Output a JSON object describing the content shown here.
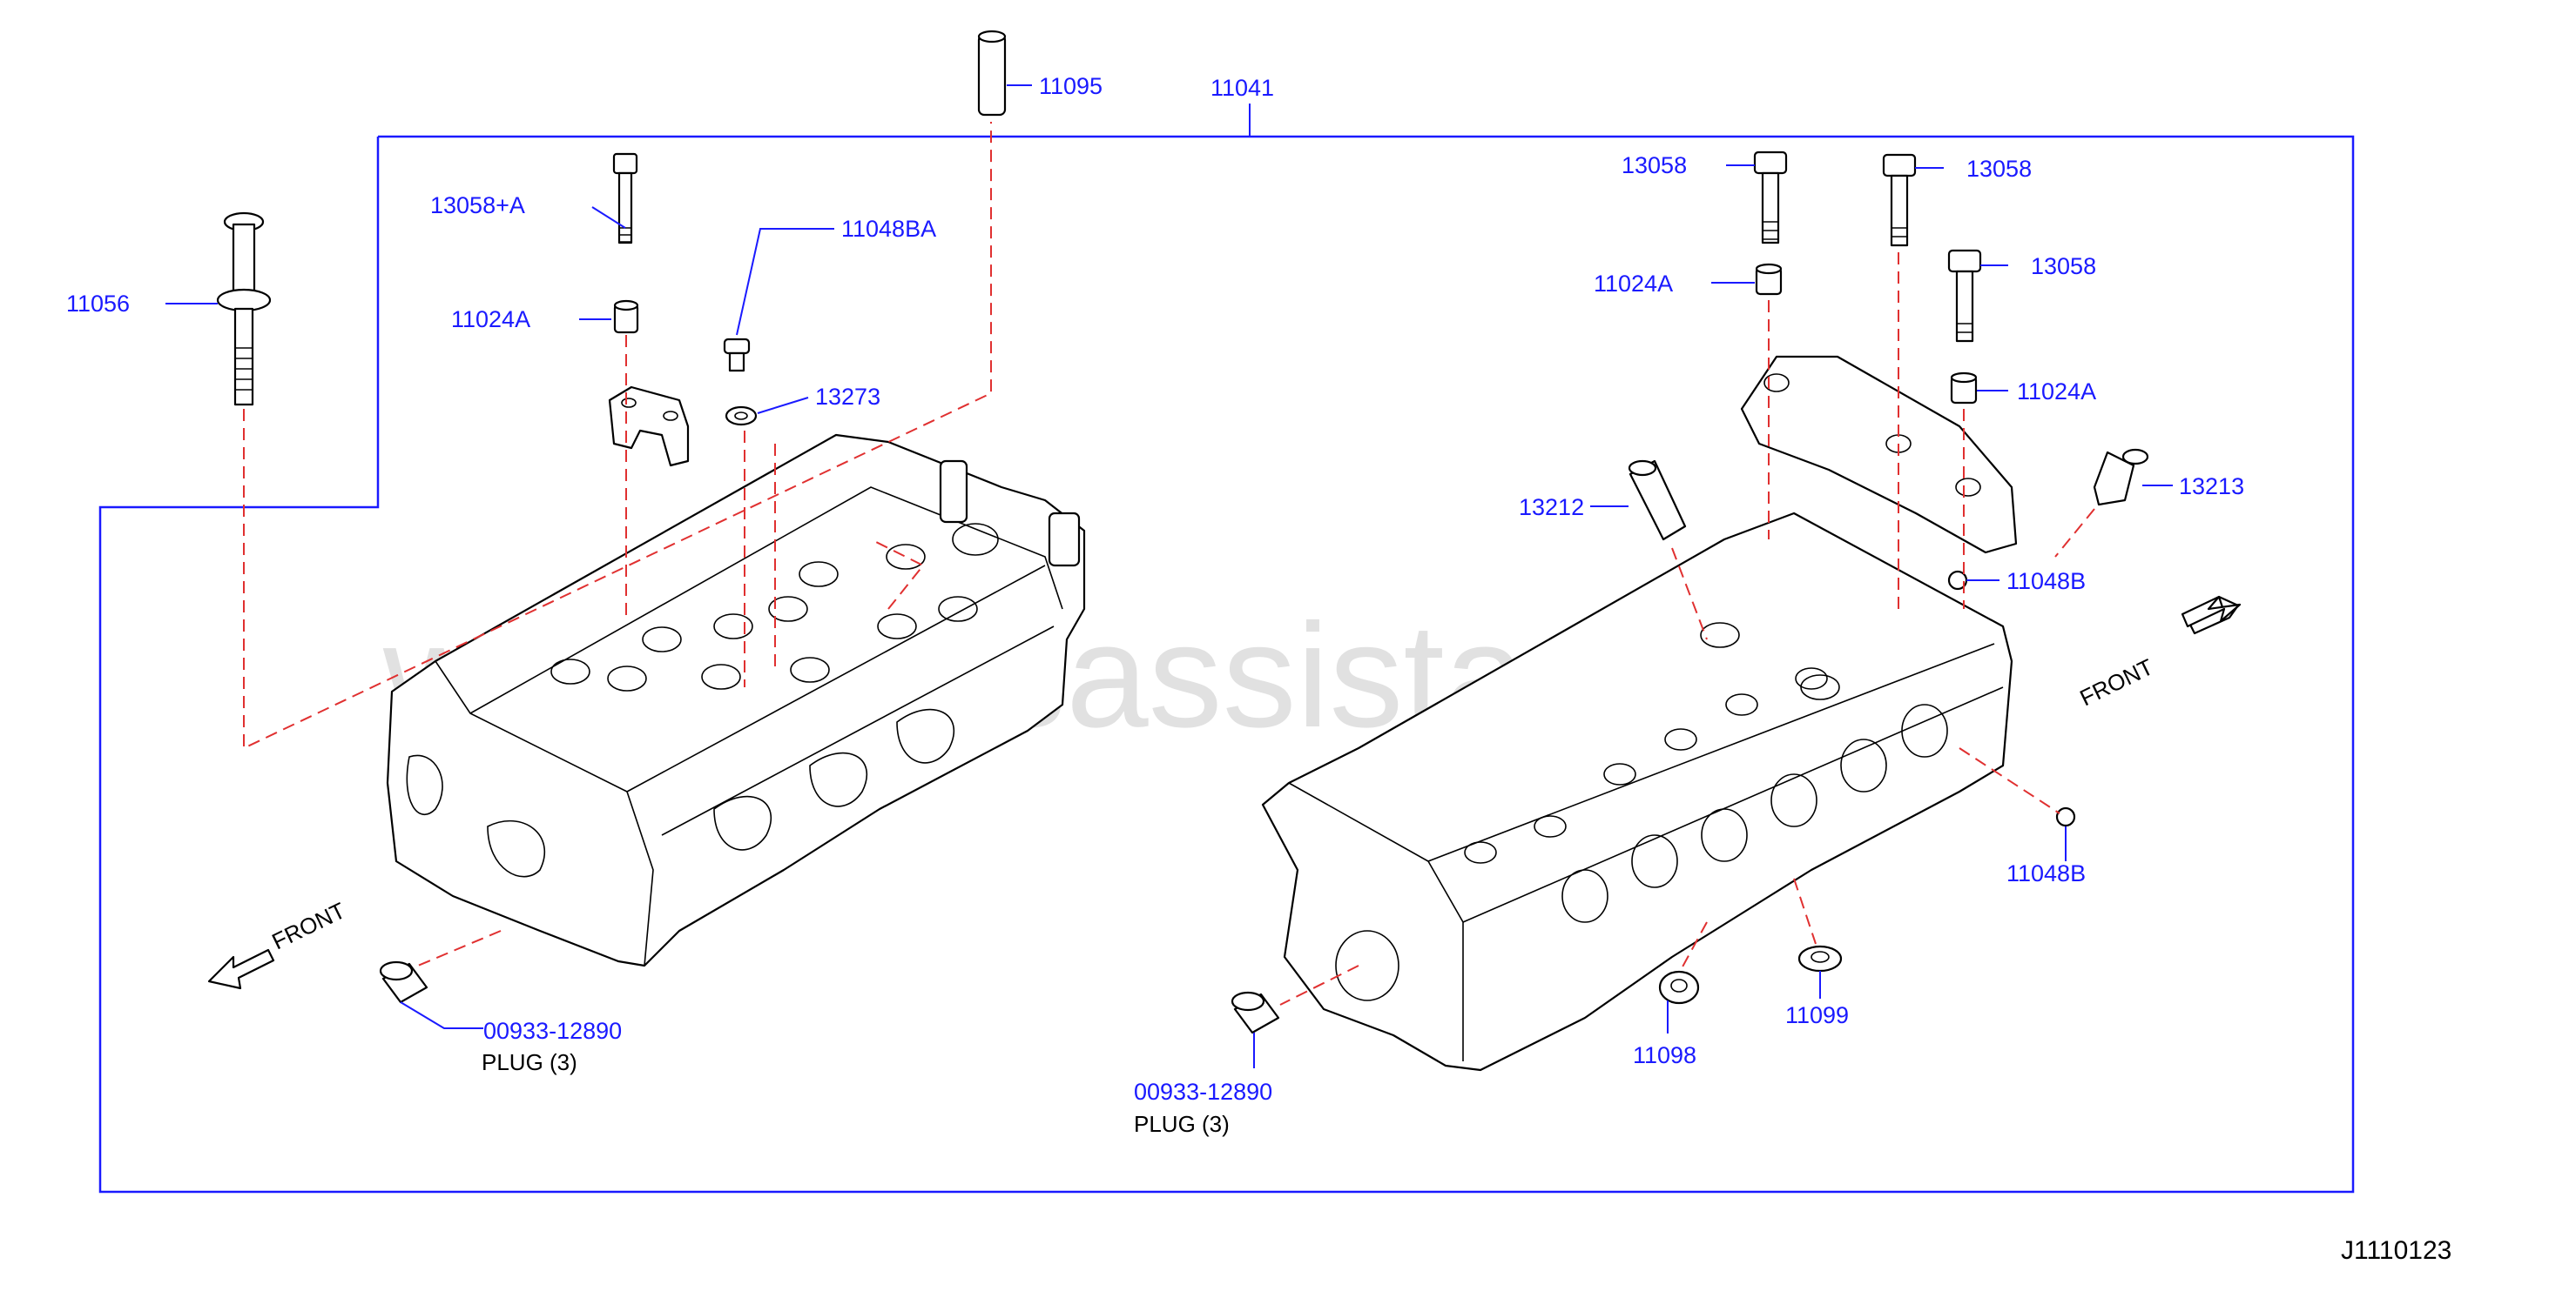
{
  "labels": {
    "p11095": "11095",
    "p11041": "11041",
    "p13058A": "13058+A",
    "p11048BA": "11048BA",
    "p11056": "11056",
    "p11024A_left": "11024A",
    "p13273": "13273",
    "p13058_1": "13058",
    "p13058_2": "13058",
    "p13058_3": "13058",
    "p11024A_r1": "11024A",
    "p11024A_r2": "11024A",
    "p13212": "13212",
    "p13213": "13213",
    "p11048B_1": "11048B",
    "p11048B_2": "11048B",
    "plug_left_no": "00933-12890",
    "plug_left_name": "PLUG   (3)",
    "plug_right_no": "00933-12890",
    "plug_right_name": "PLUG   (3)",
    "p11098": "11098",
    "p11099": "11099"
  },
  "front_left": "FRONT",
  "front_right": "FRONT",
  "diagram_code": "J1110123",
  "watermark": "www.partsassistant.com",
  "colors": {
    "label": "#1a1aff",
    "dashed_line": "#e03030",
    "watermark": "#c9c9c9"
  }
}
